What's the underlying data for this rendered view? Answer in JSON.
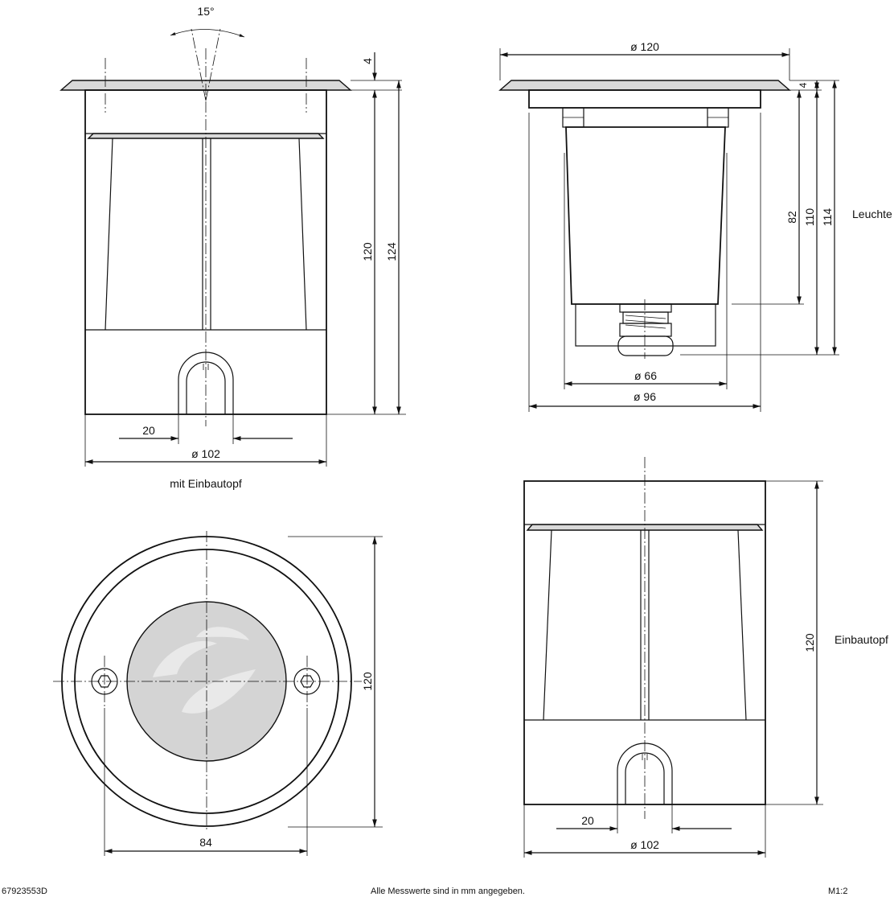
{
  "views": {
    "front_with_pot": {
      "angle": "15°",
      "dim_flange": "4",
      "dim_height_inner": "120",
      "dim_height_total": "124",
      "dim_slot": "20",
      "dim_diameter": "ø 102",
      "caption": "mit Einbautopf"
    },
    "side_luminaire": {
      "dim_flange_diameter": "ø 120",
      "dim_flange": "4",
      "dim_body": "82",
      "dim_mid": "110",
      "dim_total": "114",
      "caption": "Leuchte",
      "dim_inner_diameter": "ø 66",
      "dim_outer_diameter": "ø 96"
    },
    "top_view": {
      "dim_height": "120",
      "dim_bolt_spacing": "84"
    },
    "pot_view": {
      "dim_height": "120",
      "caption": "Einbautopf",
      "dim_slot": "20",
      "dim_diameter": "ø 102"
    }
  },
  "footer": {
    "article_number": "67923553D",
    "note": "Alle Messwerte sind in mm angegeben.",
    "scale": "M1:2"
  }
}
